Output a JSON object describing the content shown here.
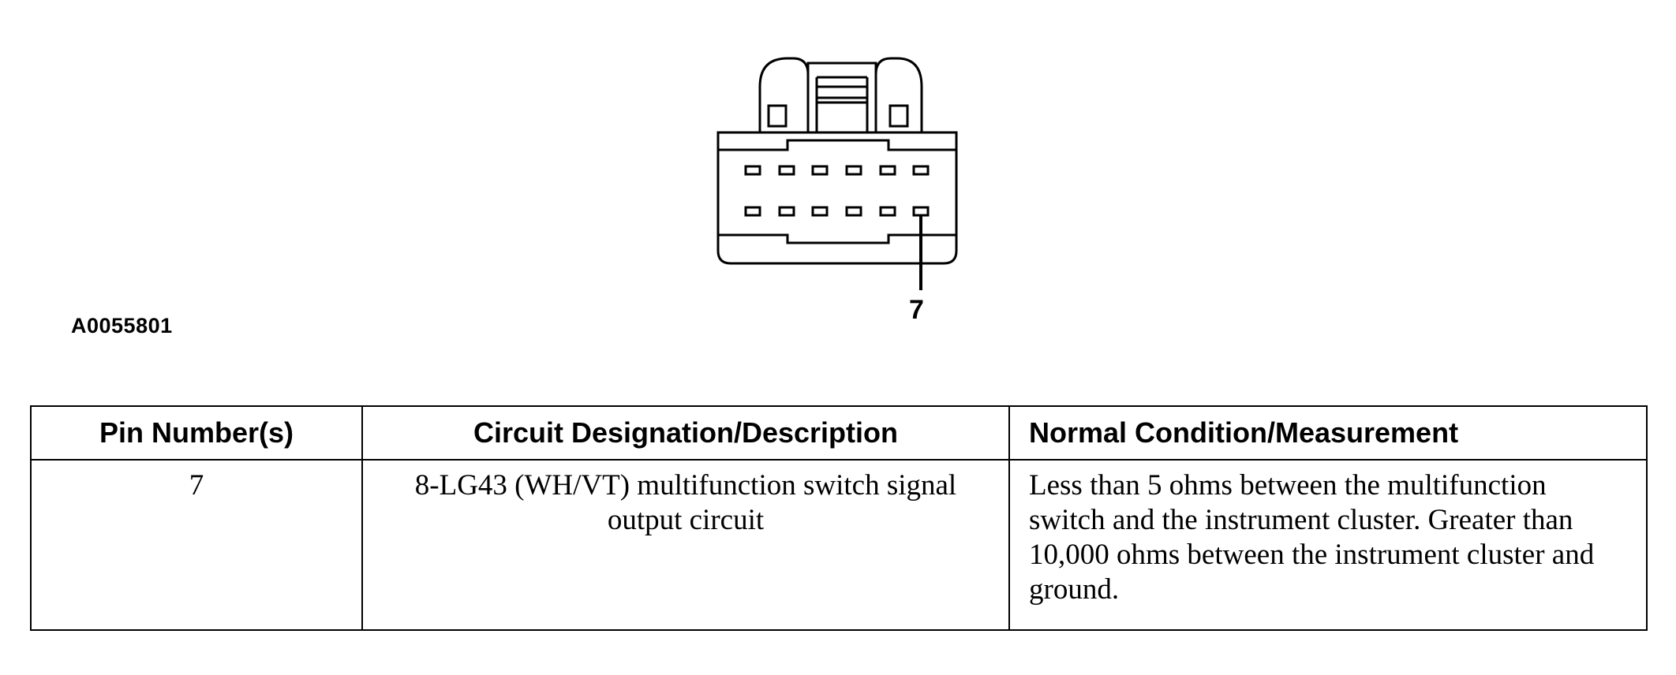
{
  "figure": {
    "id": "A0055801",
    "pin_callout": "7"
  },
  "table": {
    "headers": {
      "pin": "Pin Number(s)",
      "circuit": "Circuit Designation/Description",
      "condition": "Normal Condition/Measurement"
    },
    "rows": [
      {
        "pin": "7",
        "circuit": "8-LG43 (WH/VT) multifunction switch signal output circuit",
        "condition": "Less than 5 ohms between the multifunction switch and the instrument cluster. Greater than 10,000 ohms between the instrument cluster and ground."
      }
    ]
  }
}
